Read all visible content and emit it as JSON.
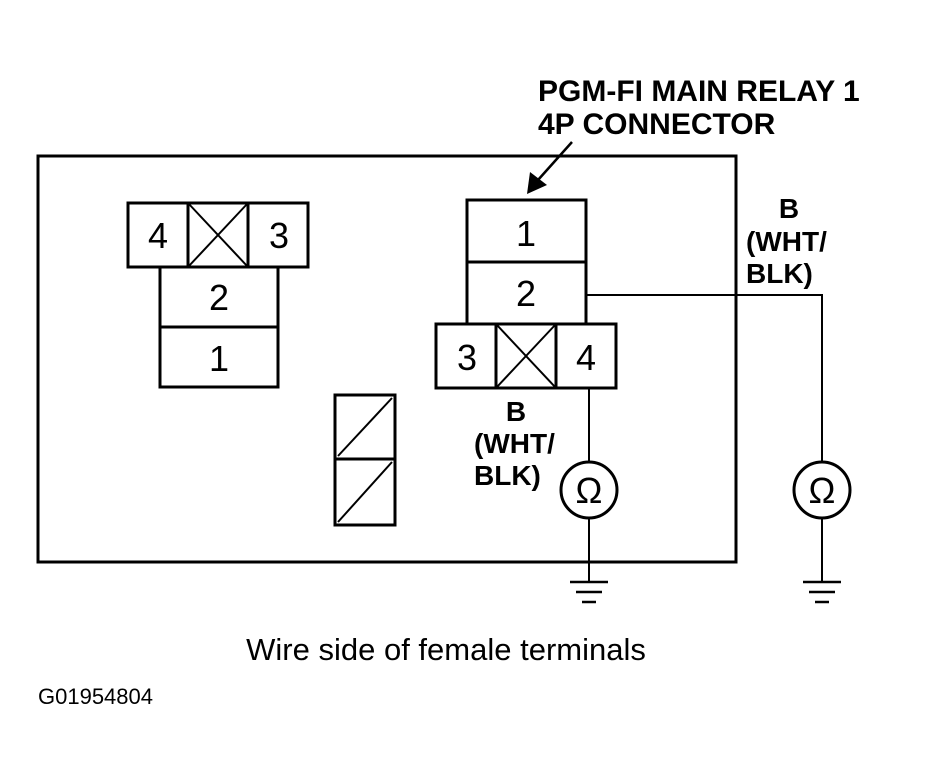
{
  "title": {
    "line1": "PGM-FI MAIN RELAY 1",
    "line2": "4P CONNECTOR"
  },
  "left_connector": {
    "terminal_4": "4",
    "terminal_3": "3",
    "terminal_2": "2",
    "terminal_1": "1"
  },
  "main_connector": {
    "terminal_1": "1",
    "terminal_2": "2",
    "terminal_3": "3",
    "terminal_4": "4"
  },
  "wire_right": {
    "code": "B",
    "color_line1": "(WHT/",
    "color_line2": "BLK)"
  },
  "wire_center": {
    "code": "B",
    "color_line1": "(WHT/",
    "color_line2": "BLK)"
  },
  "ohm_symbol": "Ω",
  "caption": "Wire side of female terminals",
  "figure_code": "G01954804"
}
